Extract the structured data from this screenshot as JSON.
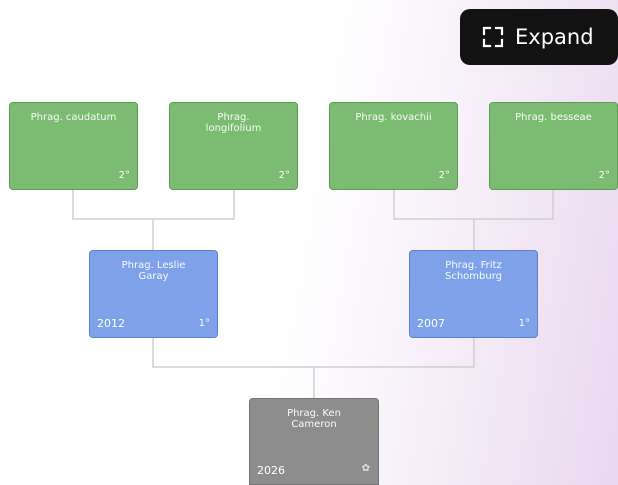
{
  "expand_button": {
    "label": "Expand",
    "icon": "expand-icon"
  },
  "colors": {
    "grandparent": "#7cbb72",
    "parent": "#7ea1ea",
    "child": "#8d8d8d",
    "connector": "#cfcfcf"
  },
  "tree": {
    "grandparents": [
      {
        "name": "Phrag. caudatum",
        "grade": "2°"
      },
      {
        "name": "Phrag. longifolium",
        "grade": "2°"
      },
      {
        "name": "Phrag. kovachii",
        "grade": "2°"
      },
      {
        "name": "Phrag. besseae",
        "grade": "2°"
      }
    ],
    "parents": [
      {
        "name": "Phrag. Leslie Garay",
        "year": "2012",
        "grade": "1°"
      },
      {
        "name": "Phrag. Fritz Schomburg",
        "year": "2007",
        "grade": "1°"
      }
    ],
    "child": {
      "name": "Phrag. Ken Cameron",
      "year": "2026",
      "icon": "flower-icon"
    }
  }
}
